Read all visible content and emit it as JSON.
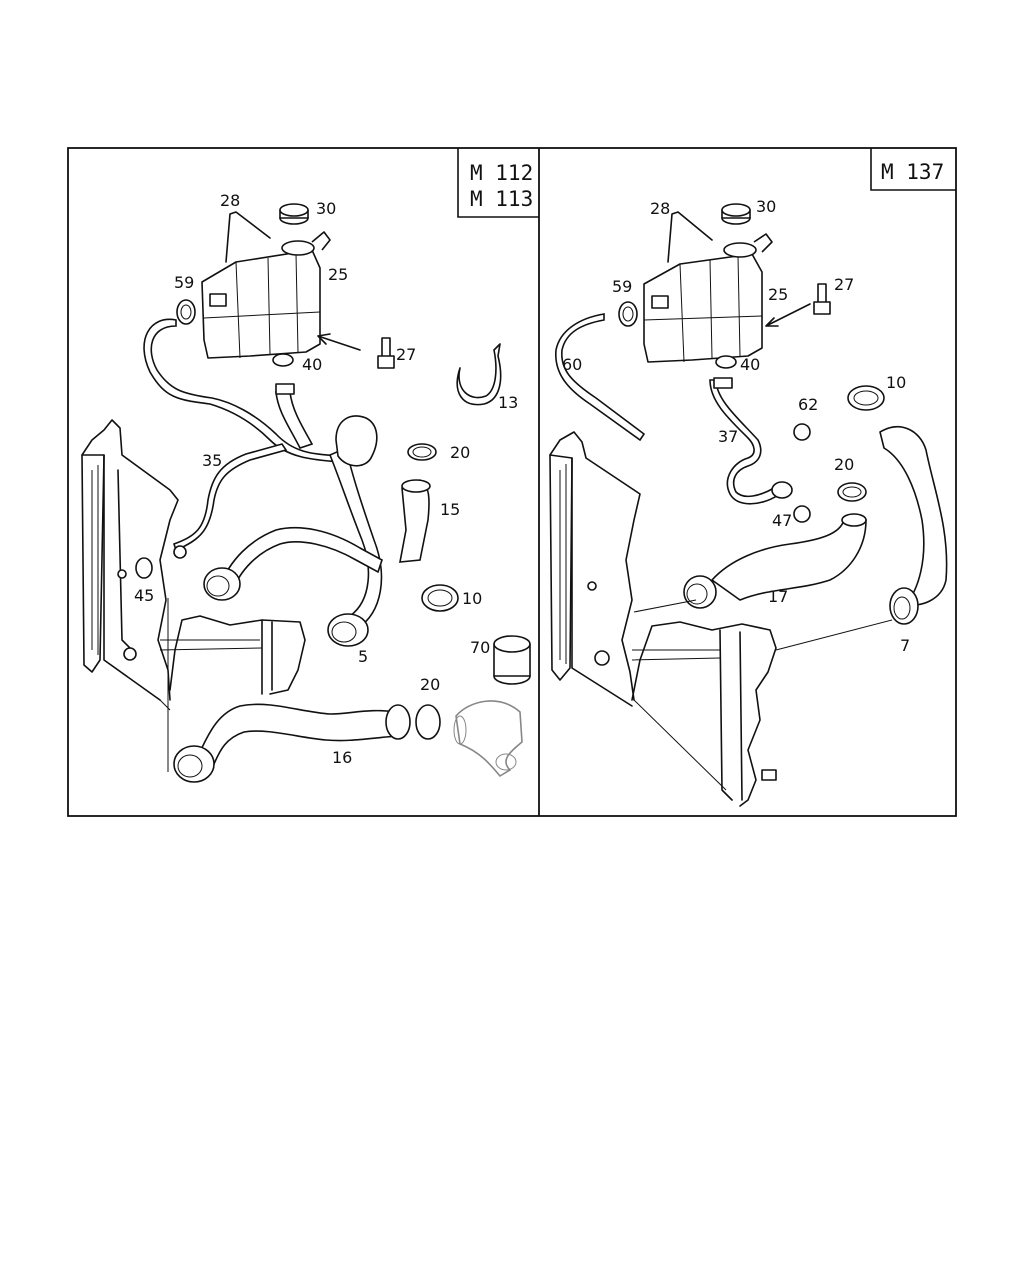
{
  "left_panel": {
    "models": [
      "M 112",
      "M 113"
    ],
    "callouts": [
      "28",
      "30",
      "25",
      "59",
      "40",
      "27",
      "13",
      "35",
      "20",
      "15",
      "10",
      "45",
      "5",
      "70",
      "20",
      "16"
    ]
  },
  "right_panel": {
    "models": [
      "M 137"
    ],
    "callouts": [
      "28",
      "30",
      "25",
      "27",
      "59",
      "60",
      "40",
      "10",
      "62",
      "37",
      "20",
      "47",
      "17",
      "7"
    ]
  }
}
